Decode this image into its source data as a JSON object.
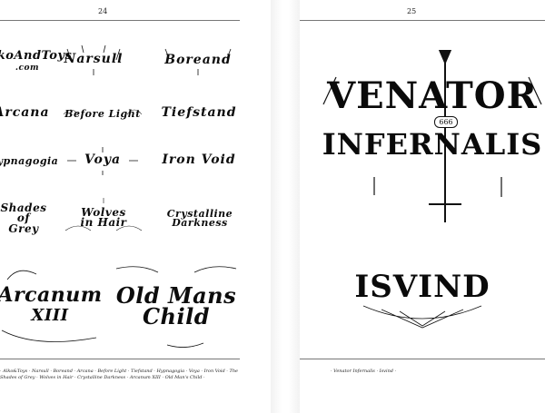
{
  "left_page": {
    "page_number": "24",
    "logos": [
      {
        "id": "alkotoys",
        "text": "AlkoAndToys",
        "sub": ".com"
      },
      {
        "id": "narsul",
        "text": "Narsull"
      },
      {
        "id": "boreal",
        "text": "Boreand"
      },
      {
        "id": "arcana",
        "text": "Arcana"
      },
      {
        "id": "before-light",
        "text": "Before Light"
      },
      {
        "id": "tiefstand",
        "text": "Tiefstand"
      },
      {
        "id": "hypnagogia",
        "text": "Hypnagogia"
      },
      {
        "id": "voya",
        "text": "Voya"
      },
      {
        "id": "iron-void",
        "text": "Iron Void"
      },
      {
        "id": "shades-grey",
        "text": "Shades of Grey"
      },
      {
        "id": "wolves-hair",
        "text": "Wolves in Hair"
      },
      {
        "id": "crystalline",
        "text": "Crystalline Darkness"
      },
      {
        "id": "arcanum",
        "text": "Arcanum",
        "sub": "XIII"
      },
      {
        "id": "old-mans-child",
        "text": "Old Mans",
        "sub": "Child"
      }
    ],
    "caption": "· Alko&Toys · Narsull · Boreand · Arcana · Before Light · Tiefstand · Hypnagogia · Voya · Iron Void · The Shades of Grey · Wolves in Hair · Crystalline Darkness · Arcanum XIII · Old Man's Child ·"
  },
  "right_page": {
    "page_number": "25",
    "logos": [
      {
        "id": "venator",
        "line1": "VENATOR",
        "line2": "INFERNALIS",
        "badge": "666"
      },
      {
        "id": "isvind",
        "text": "ISVIND"
      }
    ],
    "caption": "· Venator Infernalis · Isvind ·"
  }
}
